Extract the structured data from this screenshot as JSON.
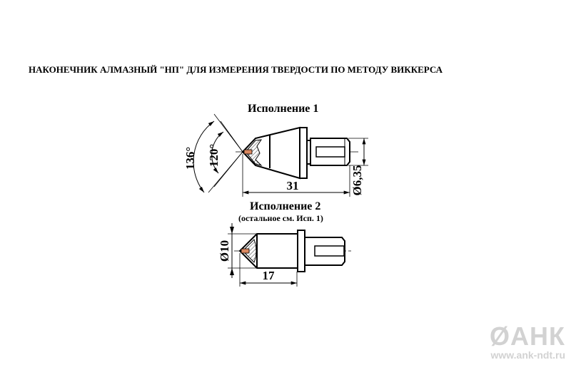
{
  "title": "НАКОНЕЧНИК АЛМАЗНЫЙ \"НП\" ДЛЯ ИЗМЕРЕНИЯ ТВЕРДОСТИ ПО МЕТОДУ ВИККЕРСА",
  "variant1": {
    "heading": "Исполнение 1",
    "angle_outer": "136°",
    "angle_inner": "120°",
    "length": "31",
    "diameter": "Ø6,35"
  },
  "variant2": {
    "heading": "Исполнение 2",
    "note": "(остальное см. Исп. 1)",
    "diameter": "Ø10",
    "length": "17"
  },
  "logo": {
    "name": "АНК",
    "url": "www.ank-ndt.ru"
  },
  "colors": {
    "diamond": "#d9875f",
    "line": "#000000",
    "logo": "#d2d2d2"
  }
}
